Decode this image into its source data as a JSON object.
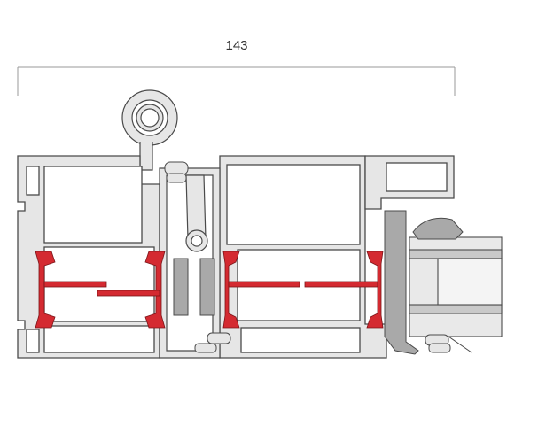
{
  "dimension": {
    "value_label": "143"
  },
  "colors": {
    "profile_fill": "#e6e6e6",
    "profile_stroke": "#4a4a4a",
    "thermal_break": "#d42a31",
    "gasket": "#a9a9a9",
    "glass_fill": "#e9e9e9",
    "dimension_line": "#9a9a9a"
  },
  "components": [
    "dimension-line",
    "hinge-pin",
    "frame-profile",
    "sash-profile",
    "thermal-break-strips",
    "gaskets",
    "glazing-bead",
    "glass-pane"
  ]
}
